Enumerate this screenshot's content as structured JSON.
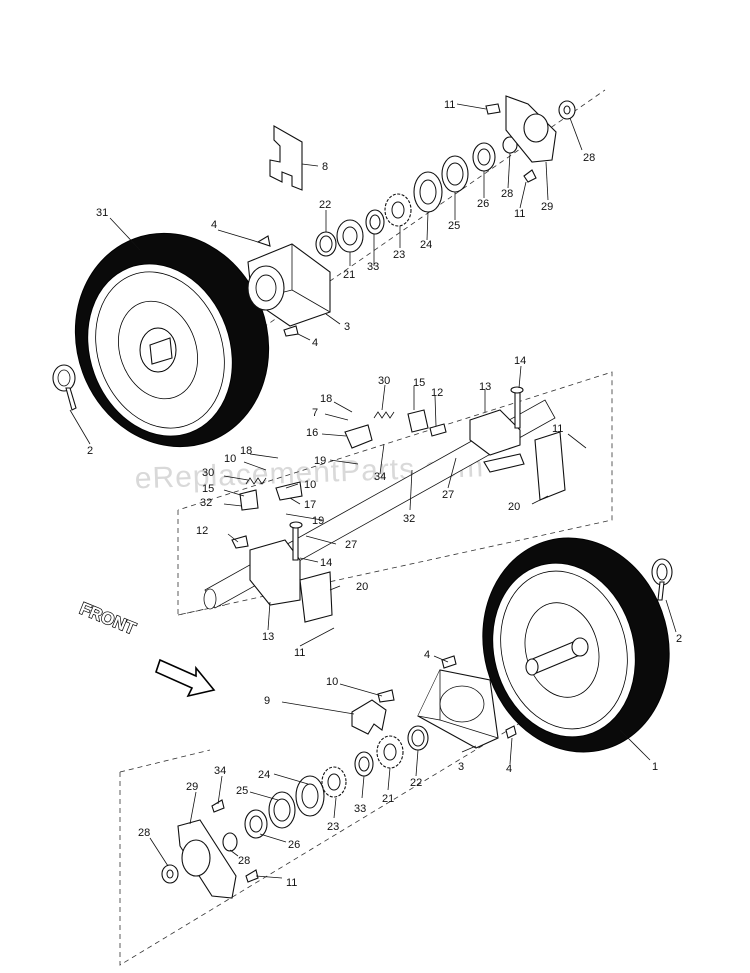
{
  "watermark": "eReplacementParts.com",
  "direction_label": "FRONT",
  "callouts": {
    "upper": [
      "11",
      "8",
      "28",
      "22",
      "31",
      "4",
      "21",
      "33",
      "23",
      "24",
      "25",
      "26",
      "28",
      "11",
      "29",
      "3",
      "4",
      "2"
    ],
    "middle": [
      "30",
      "18",
      "7",
      "16",
      "15",
      "12",
      "13",
      "14",
      "11",
      "18",
      "10",
      "30",
      "15",
      "32",
      "19",
      "10",
      "17",
      "34",
      "19",
      "27",
      "32",
      "20",
      "12",
      "27",
      "14",
      "20",
      "13",
      "11"
    ],
    "lower": [
      "4",
      "2",
      "10",
      "9",
      "1",
      "34",
      "29",
      "24",
      "25",
      "23",
      "33",
      "21",
      "22",
      "3",
      "4",
      "28",
      "26",
      "28",
      "11"
    ]
  }
}
